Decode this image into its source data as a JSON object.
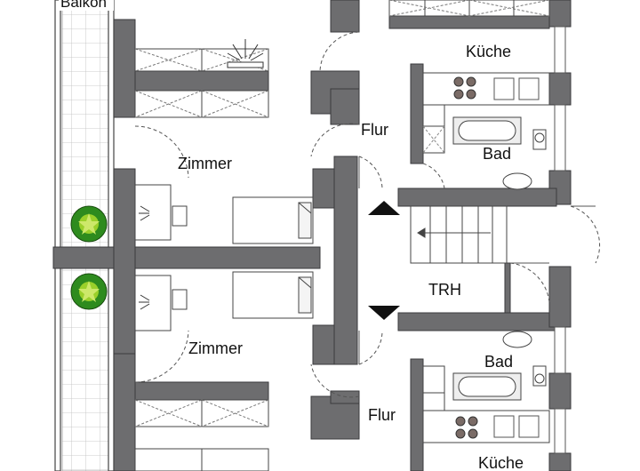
{
  "labels": {
    "balkon": "Balkon",
    "kueche_top": "Küche",
    "flur_top": "Flur",
    "bad_top": "Bad",
    "zimmer_top": "Zimmer",
    "trh": "TRH",
    "zimmer_bottom": "Zimmer",
    "bad_bottom": "Bad",
    "flur_bottom": "Flur",
    "kueche_bottom": "Küche"
  },
  "colors": {
    "wall": "#6d6d6f",
    "wall_edge": "#3a3a3c",
    "balcony_strip": "#e6e6e6",
    "plant_green": "#2e8b1e",
    "plant_light": "#9ad02a"
  }
}
